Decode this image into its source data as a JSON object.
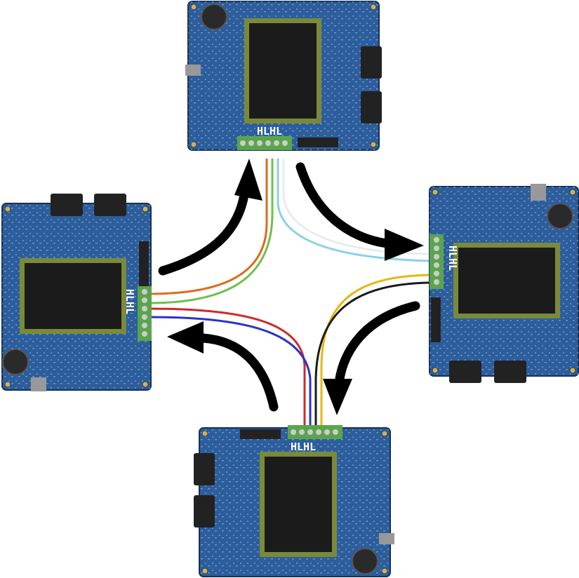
{
  "colors": {
    "pcb": "#2c5d9c",
    "pcb_dark": "#1d3f6e",
    "pcb_edge": "#163257",
    "screen": "#1b1b1b",
    "screen_frame": "#7a8a3a",
    "terminal": "#5aa54b",
    "arrow": "#000000",
    "wire_orange": "#e06a1c",
    "wire_green": "#6ec04e",
    "wire_white": "#e9ecef",
    "wire_lightblue": "#8ccfe8",
    "wire_yellow": "#e4b90e",
    "wire_black": "#1a1a1a",
    "wire_red": "#cc2a2a",
    "wire_blue": "#2a33c8"
  },
  "boards": [
    {
      "id": "top",
      "label": "HLHL"
    },
    {
      "id": "right",
      "label": "HLHL"
    },
    {
      "id": "bottom",
      "label": "HLHL"
    },
    {
      "id": "left",
      "label": "HLHL"
    }
  ],
  "connections": [
    {
      "from": "left",
      "to": "top",
      "wires": [
        "orange",
        "green"
      ]
    },
    {
      "from": "top",
      "to": "right",
      "wires": [
        "lightblue",
        "white"
      ]
    },
    {
      "from": "right",
      "to": "bottom",
      "wires": [
        "yellow",
        "black"
      ]
    },
    {
      "from": "bottom",
      "to": "left",
      "wires": [
        "red",
        "blue"
      ]
    }
  ],
  "arrows": [
    {
      "name": "left-to-top",
      "direction": "up"
    },
    {
      "name": "top-to-right",
      "direction": "right"
    },
    {
      "name": "right-to-bottom",
      "direction": "down"
    },
    {
      "name": "bottom-to-left",
      "direction": "left"
    }
  ]
}
